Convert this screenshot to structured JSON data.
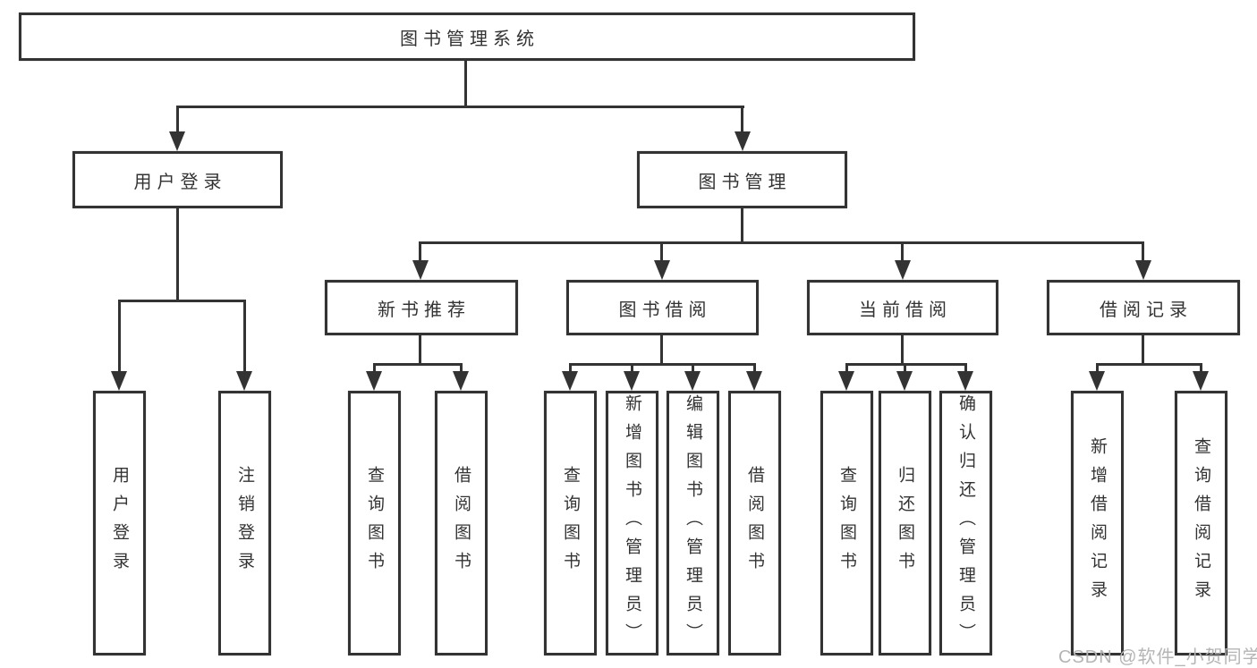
{
  "diagram": {
    "type": "tree",
    "line_color": "#333333",
    "box_background": "#ffffff",
    "text_color": "#333333",
    "root": {
      "label": "图书管理系统",
      "children": [
        {
          "label": "用户登录",
          "children": [
            {
              "label": "用户登录"
            },
            {
              "label": "注销登录"
            }
          ]
        },
        {
          "label": "图书管理",
          "children": [
            {
              "label": "新书推荐",
              "children": [
                {
                  "label": "查询图书"
                },
                {
                  "label": "借阅图书"
                }
              ]
            },
            {
              "label": "图书借阅",
              "children": [
                {
                  "label": "查询图书"
                },
                {
                  "label": "新增图书（管理员）"
                },
                {
                  "label": "编辑图书（管理员）"
                },
                {
                  "label": "借阅图书"
                }
              ]
            },
            {
              "label": "当前借阅",
              "children": [
                {
                  "label": "查询图书"
                },
                {
                  "label": "归还图书"
                },
                {
                  "label": "确认归还（管理员）"
                }
              ]
            },
            {
              "label": "借阅记录",
              "children": [
                {
                  "label": "新增借阅记录"
                },
                {
                  "label": "查询借阅记录"
                }
              ]
            }
          ]
        }
      ]
    }
  },
  "watermark": {
    "text": "CSDN @软件_小贺同学",
    "color": "#b5b5b5"
  }
}
